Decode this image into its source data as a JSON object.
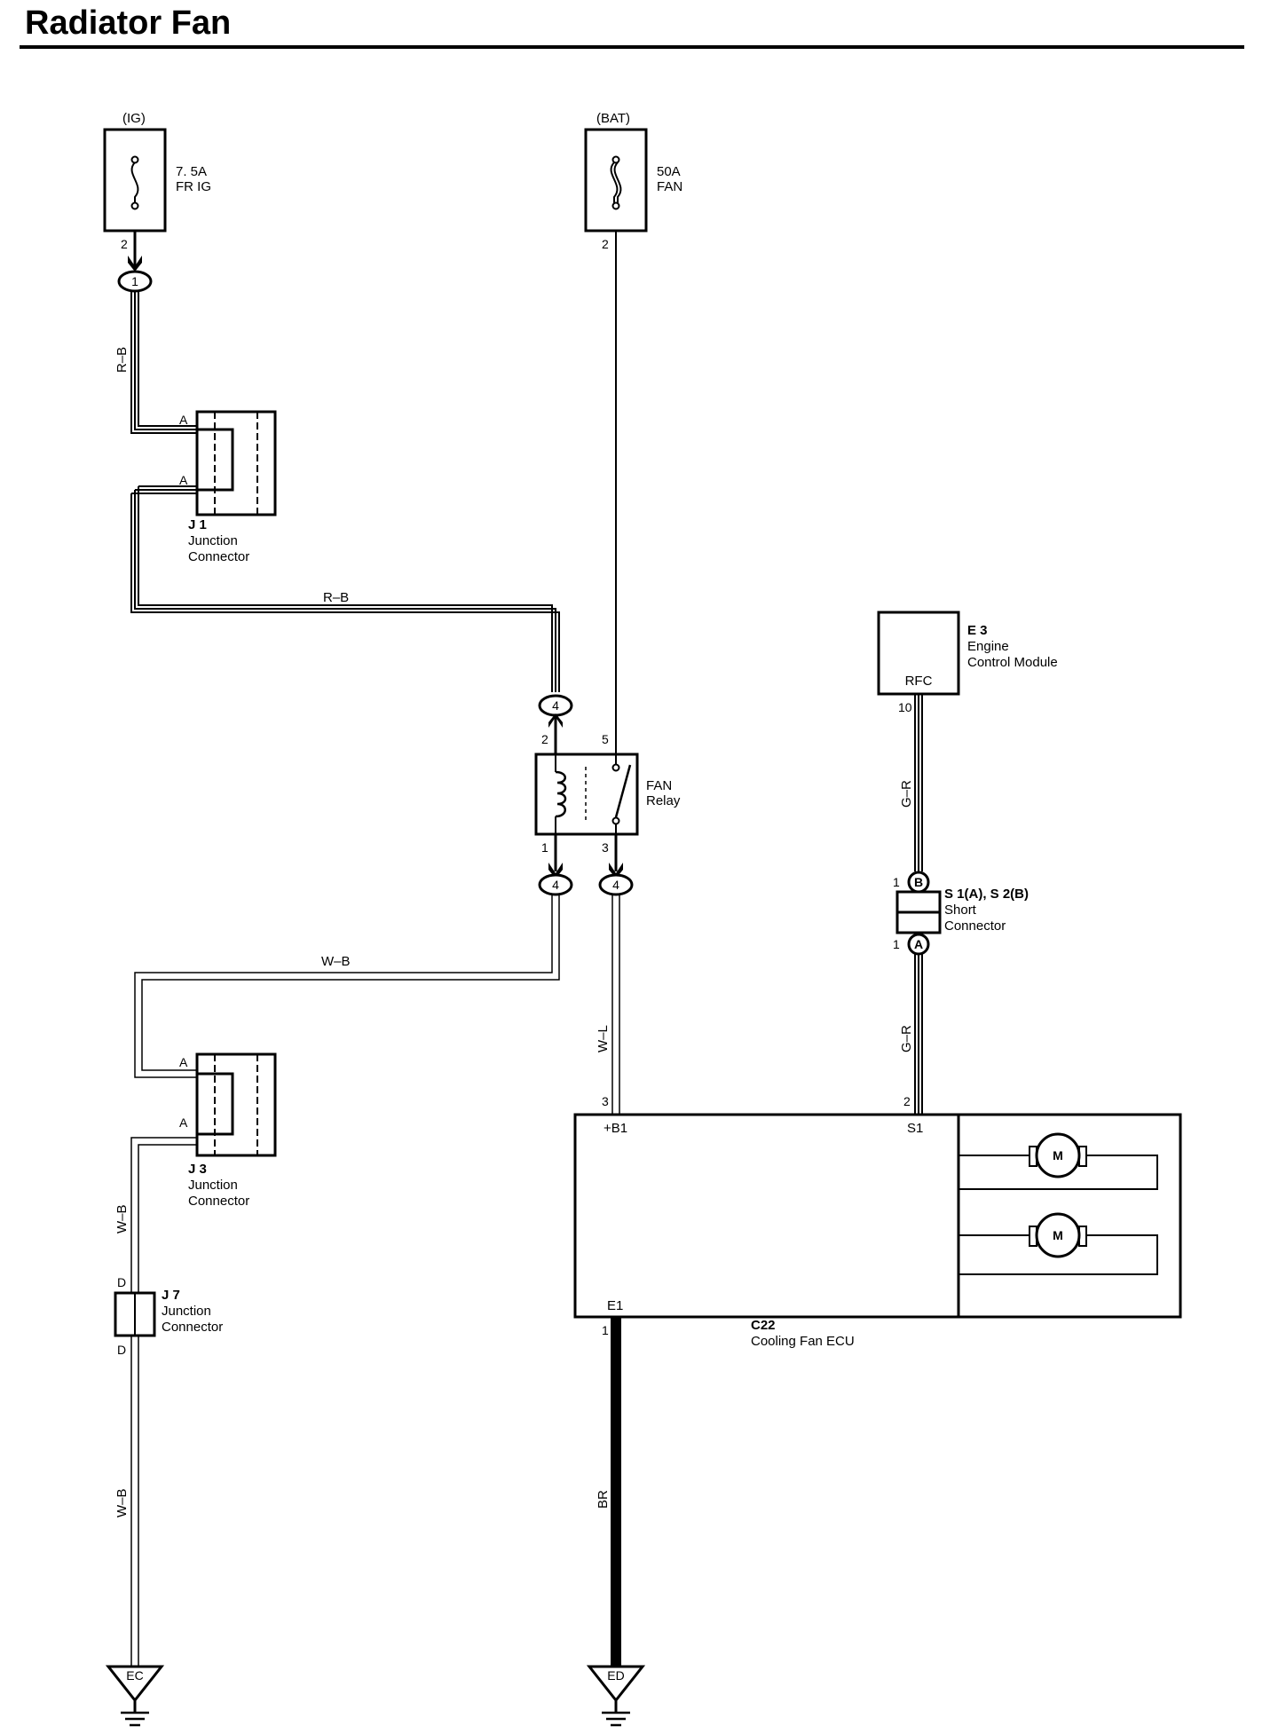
{
  "title": "Radiator Fan",
  "fuse_ig": {
    "source": "(IG)",
    "rating": "7. 5A",
    "name": "FR IG",
    "pin": "2"
  },
  "fuse_bat": {
    "source": "(BAT)",
    "rating": "50A",
    "name": "FAN",
    "pin": "2"
  },
  "connectors": {
    "ig_out": "1",
    "relay_in": "4",
    "relay_out_1": "4",
    "relay_out_3": "4"
  },
  "j1": {
    "id": "J 1",
    "line1": "Junction",
    "line2": "Connector",
    "pin_a1": "A",
    "pin_a2": "A"
  },
  "j3": {
    "id": "J 3",
    "line1": "Junction",
    "line2": "Connector",
    "pin_a1": "A",
    "pin_a2": "A"
  },
  "j7": {
    "id": "J 7",
    "line1": "Junction",
    "line2": "Connector",
    "pin_d1": "D",
    "pin_d2": "D"
  },
  "relay": {
    "line1": "FAN",
    "line2": "Relay",
    "pin2": "2",
    "pin5": "5",
    "pin1": "1",
    "pin3": "3"
  },
  "ecm": {
    "id": "E 3",
    "line1": "Engine",
    "line2": "Control Module",
    "terminal": "RFC",
    "pin": "10"
  },
  "short": {
    "id": "S 1(A), S 2(B)",
    "line1": "Short",
    "line2": "Connector",
    "pin_b": "1",
    "pin_a": "1",
    "label_b": "B",
    "label_a": "A"
  },
  "ecu": {
    "id": "C22",
    "name": "Cooling Fan ECU",
    "term_b1": "+B1",
    "term_s1": "S1",
    "term_e1": "E1",
    "pin_b1": "3",
    "pin_s1": "2",
    "pin_e1": "1",
    "motor": "M"
  },
  "wires": {
    "rb_vertical": "R–B",
    "rb_horizontal": "R–B",
    "wb_horizontal": "W–B",
    "wl": "W–L",
    "gr_top": "G–R",
    "gr_bottom": "G–R",
    "wb_j3": "W–B",
    "wb_bottom": "W–B",
    "br": "BR"
  },
  "grounds": {
    "left": "EC",
    "right": "ED"
  }
}
